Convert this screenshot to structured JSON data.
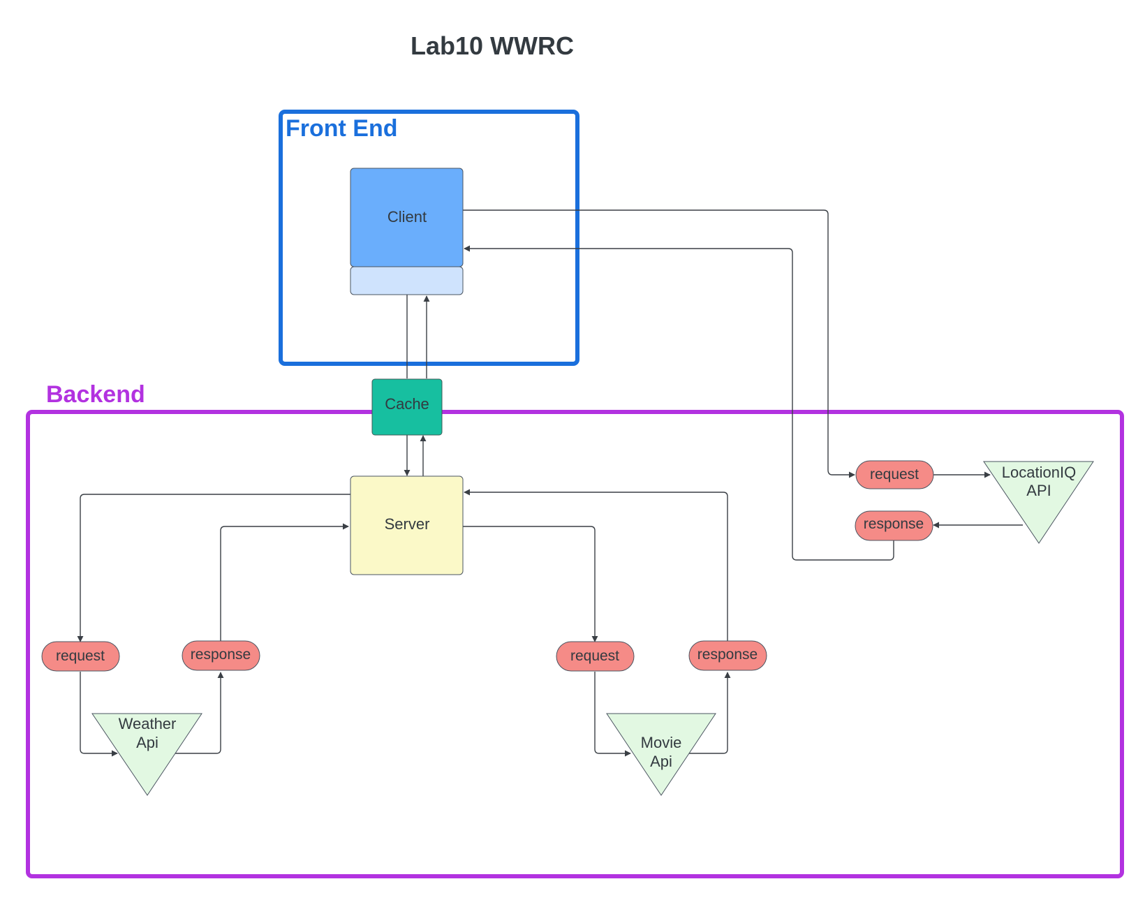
{
  "title": "Lab10 WWRC",
  "groups": {
    "front_end": {
      "label": "Front End",
      "color": "#1a6fdc"
    },
    "backend": {
      "label": "Backend",
      "color": "#b232e0"
    }
  },
  "nodes": {
    "client": {
      "label": "Client",
      "fill": "#6aaefc",
      "panel_fill": "#cfe3fd"
    },
    "cache": {
      "label": "Cache",
      "fill": "#17bfa0"
    },
    "server": {
      "label": "Server",
      "fill": "#fbf9c8"
    },
    "weather_api": {
      "line1": "Weather",
      "line2": "Api",
      "fill": "#e2f8e2"
    },
    "movie_api": {
      "line1": "Movie",
      "line2": "Api",
      "fill": "#e2f8e2"
    },
    "location_api": {
      "line1": "LocationIQ",
      "line2": "API",
      "fill": "#e2f8e2"
    }
  },
  "pills": {
    "weather_request": "request",
    "weather_response": "response",
    "movie_request": "request",
    "movie_response": "response",
    "location_request": "request",
    "location_response": "response",
    "fill": "#f58b87"
  }
}
